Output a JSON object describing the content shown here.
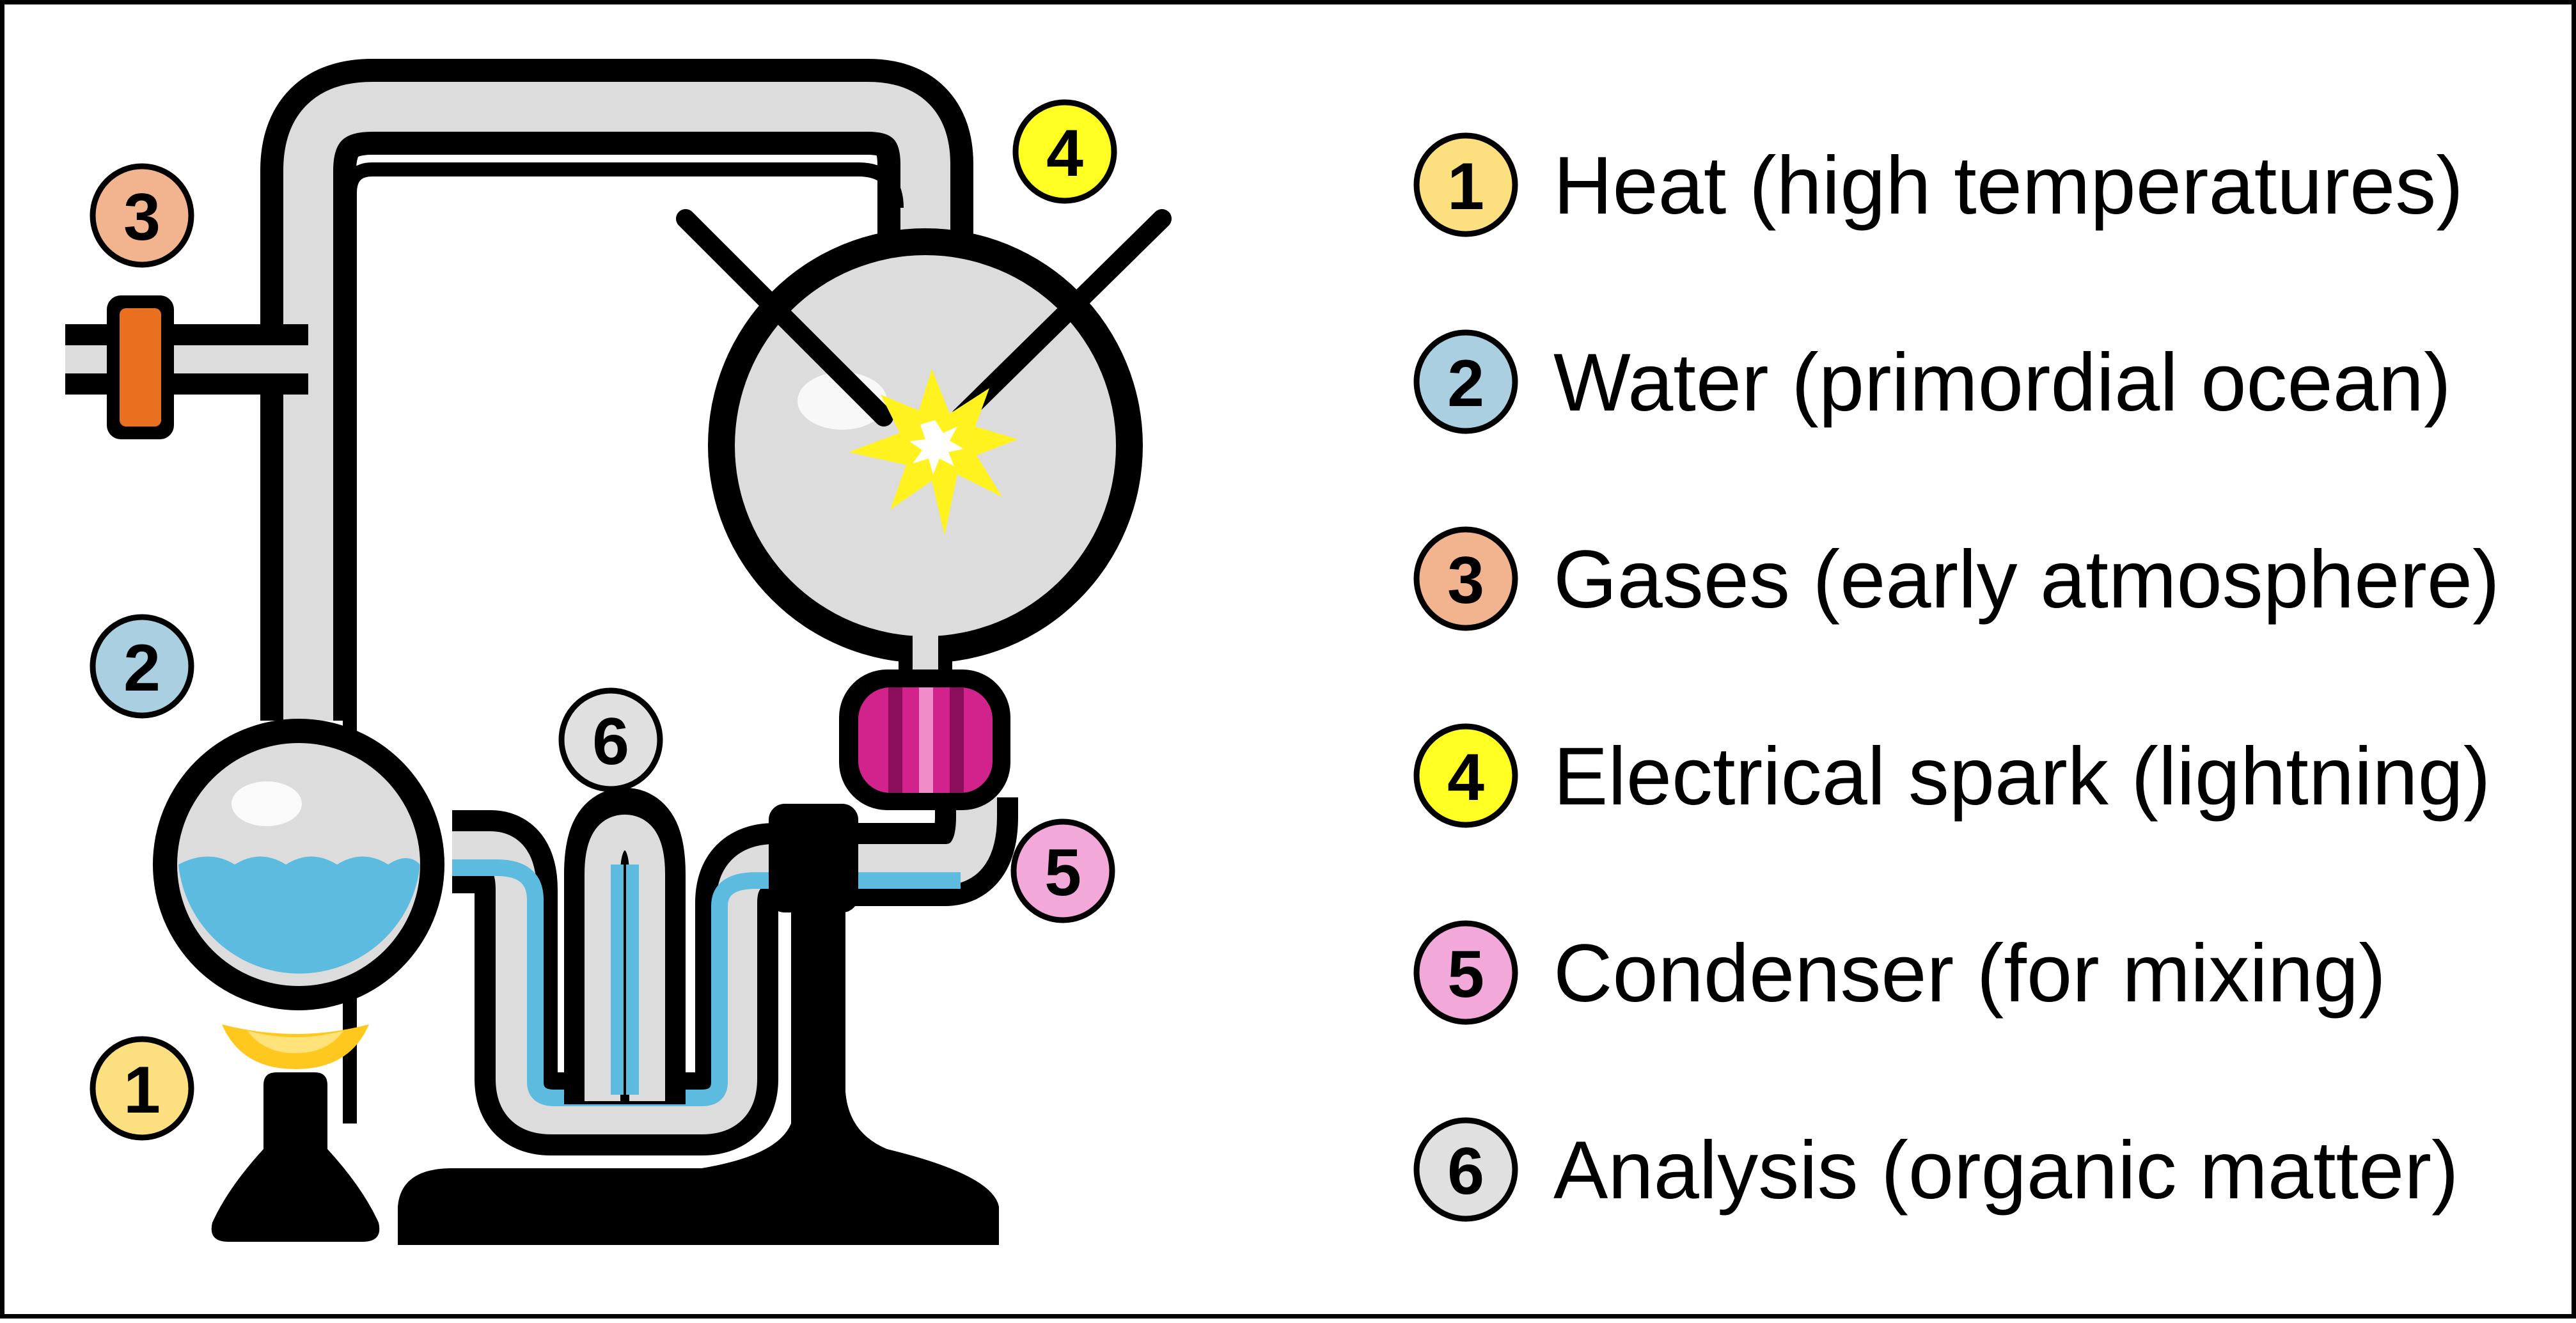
{
  "legend": {
    "items": [
      {
        "number": "1",
        "text": "Heat (high temperatures)",
        "color": "#FCDF7E"
      },
      {
        "number": "2",
        "text": "Water (primordial ocean)",
        "color": "#A9CFE0"
      },
      {
        "number": "3",
        "text": "Gases (early atmosphere)",
        "color": "#F2B48E"
      },
      {
        "number": "4",
        "text": "Electrical spark (lightning)",
        "color": "#FFFF24"
      },
      {
        "number": "5",
        "text": "Condenser (for mixing)",
        "color": "#F2A8D9"
      },
      {
        "number": "6",
        "text": "Analysis (organic matter)",
        "color": "#E0E0E0"
      }
    ]
  },
  "colors": {
    "outline": "#000000",
    "glass": "#DCDCDC",
    "water": "#5CBBDE",
    "flame": "#FFC81E",
    "valve": "#E8701E",
    "condenser": "#D2238C",
    "condenser_stripe": "#8A0E5A",
    "spark": "#FFF21E"
  }
}
